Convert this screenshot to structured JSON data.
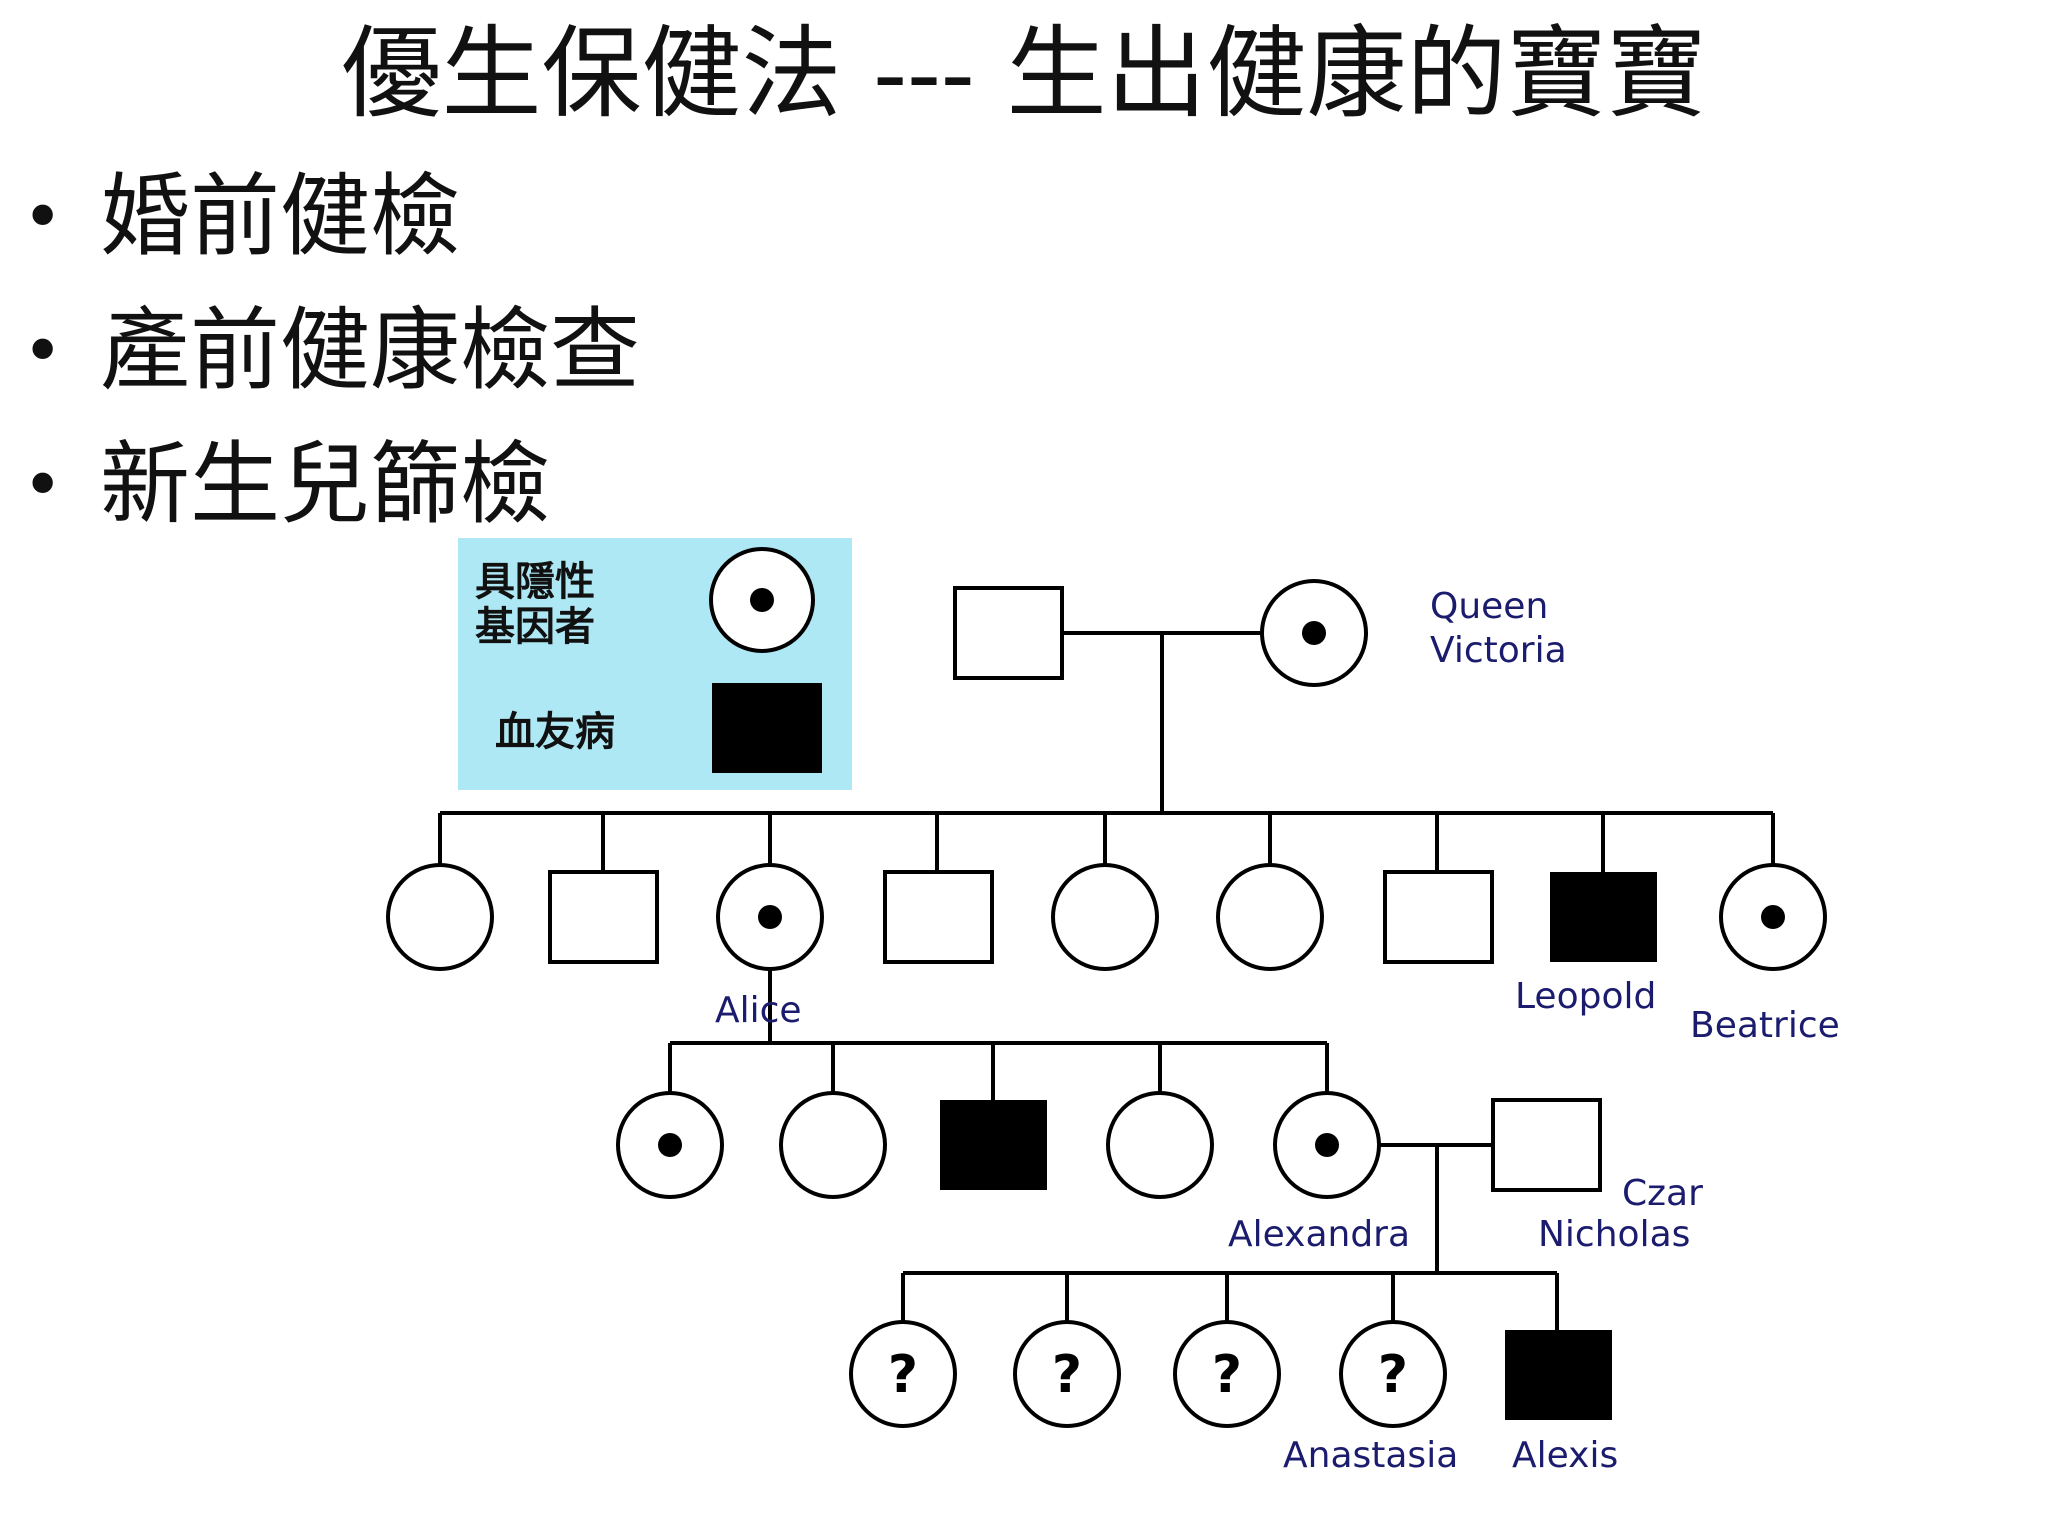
{
  "slide": {
    "title": "優生保健法 --- 生出健康的寶寶",
    "bullets": [
      {
        "symbol": "•",
        "text": "婚前健檢"
      },
      {
        "symbol": "•",
        "text": "產前健康檢查"
      },
      {
        "symbol": "•",
        "text": "新生兒篩檢"
      }
    ]
  },
  "legend": {
    "background": "#aee8f4",
    "carrier_label_line1": "具隱性",
    "carrier_label_line2": "基因者",
    "hemophilia_label": "血友病"
  },
  "pedigree": {
    "label_color": "#1c1c6e",
    "generation1": {
      "queen_label_line1": "Queen",
      "queen_label_line2": "Victoria"
    },
    "generation2": {
      "alice_label": "Alice",
      "leopold_label": "Leopold",
      "beatrice_label": "Beatrice"
    },
    "generation3": {
      "alexandra_label": "Alexandra",
      "czar_label_line1": "Czar",
      "czar_label_line2": "Nicholas"
    },
    "generation4": {
      "unknown_mark": "?",
      "anastasia_label": "Anastasia",
      "alexis_label": "Alexis"
    }
  }
}
